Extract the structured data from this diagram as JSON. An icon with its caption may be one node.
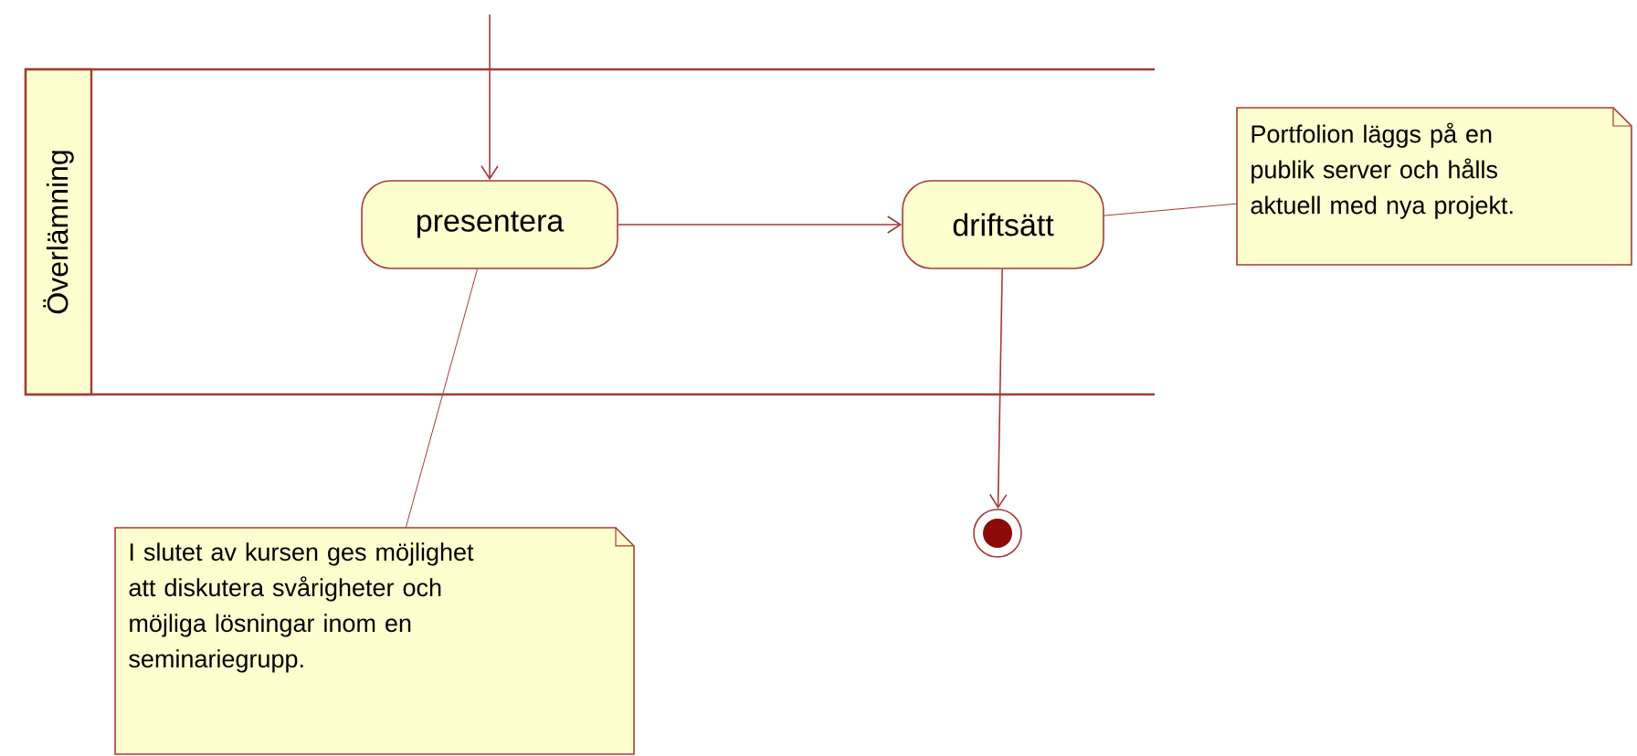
{
  "diagram": {
    "nodes": [
      {
        "text": [
          "Överlämning"
        ]
      },
      {
        "text": [
          "presentera"
        ],
        "in": 0
      },
      {
        "text": [
          "driftsätt"
        ],
        "in": 0
      },
      {
        "text": [
          "Portfolion läggs på en publik server och hålls aktuell med nya projekt."
        ]
      },
      {
        "text": [],
        "shape": "circle"
      },
      {
        "text": [
          "I slutet av kursen ges möjlighet att diskutera svårigheter och möjliga lösningar inom en seminariegrupp."
        ]
      }
    ],
    "edges": [
      {
        "from": null,
        "to": 1,
        "arrow": "to"
      },
      {
        "from": 1,
        "to": 2,
        "arrow": "to"
      },
      {
        "from": 2,
        "to": 4,
        "arrow": "to"
      },
      {
        "from": 2,
        "to": 3,
        "arrow": "none"
      },
      {
        "from": 1,
        "to": 5,
        "arrow": "none"
      }
    ]
  }
}
